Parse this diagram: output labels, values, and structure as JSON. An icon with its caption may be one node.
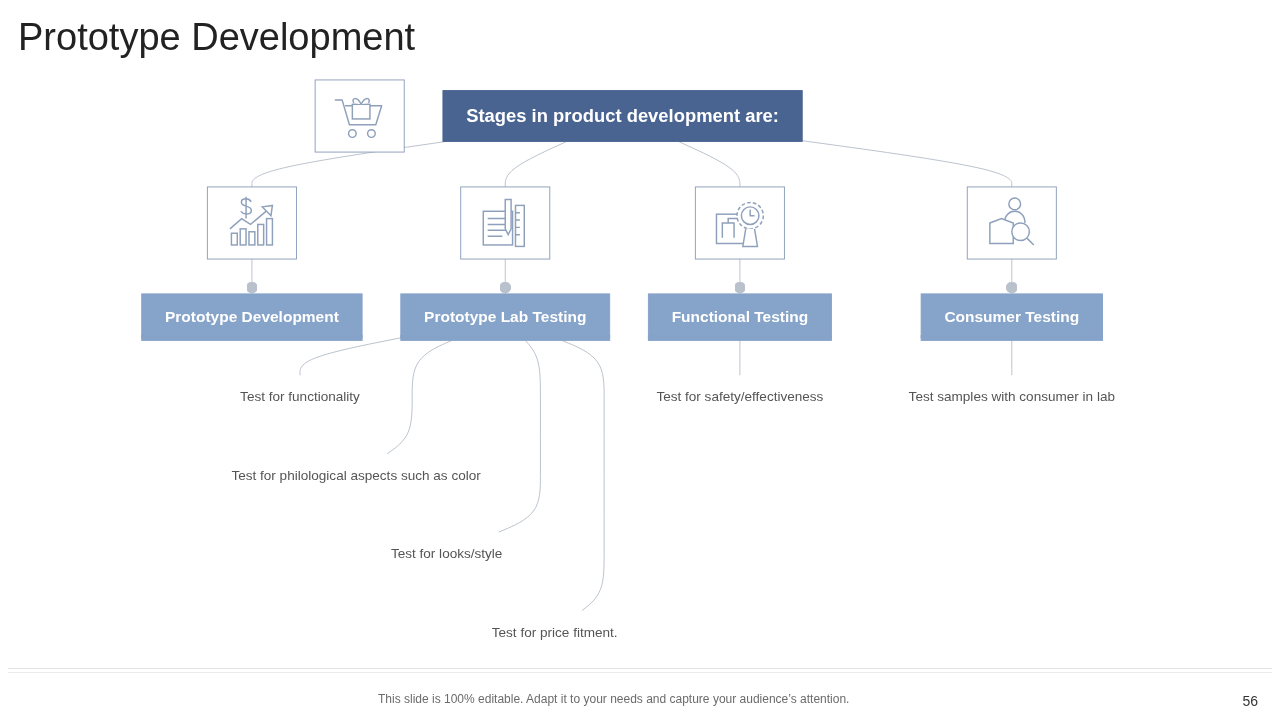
{
  "diagram": {
    "title": "Prototype Development",
    "nodes": [
      {
        "text": [],
        "shape": "picture"
      },
      {
        "text": [
          "Stages in product development are:"
        ]
      },
      {
        "text": [],
        "shape": "picture"
      },
      {
        "text": [
          "Prototype Development"
        ]
      },
      {
        "text": [],
        "shape": "picture"
      },
      {
        "text": [
          "Prototype Lab Testing"
        ]
      },
      {
        "text": [],
        "shape": "picture"
      },
      {
        "text": [
          "Functional Testing"
        ]
      },
      {
        "text": [],
        "shape": "picture"
      },
      {
        "text": [
          "Consumer Testing"
        ]
      },
      {
        "text": [
          "Test for functionality"
        ]
      },
      {
        "text": [
          "Test for philological aspects such as color"
        ]
      },
      {
        "text": [
          "Test for looks/style"
        ]
      },
      {
        "text": [
          "Test for price fitment."
        ]
      },
      {
        "text": [
          "Test for safety/effectiveness"
        ]
      },
      {
        "text": [
          "Test samples with consumer in lab"
        ]
      }
    ],
    "edges": [
      {
        "from": 1,
        "to": 2,
        "arrow": "none"
      },
      {
        "from": 1,
        "to": 4,
        "arrow": "none"
      },
      {
        "from": 1,
        "to": 6,
        "arrow": "none"
      },
      {
        "from": 1,
        "to": 8,
        "arrow": "none"
      },
      {
        "from": 2,
        "to": 3,
        "arrow": "other"
      },
      {
        "from": 4,
        "to": 5,
        "arrow": "other"
      },
      {
        "from": 6,
        "to": 7,
        "arrow": "other"
      },
      {
        "from": 8,
        "to": 9,
        "arrow": "other"
      },
      {
        "from": 5,
        "to": 10,
        "arrow": "none"
      },
      {
        "from": 5,
        "to": 11,
        "arrow": "none"
      },
      {
        "from": 5,
        "to": 12,
        "arrow": "none"
      },
      {
        "from": 5,
        "to": 13,
        "arrow": "none"
      },
      {
        "from": 7,
        "to": 14,
        "arrow": "none"
      },
      {
        "from": 9,
        "to": 15,
        "arrow": "none"
      }
    ],
    "labels": [
      "This slide is 100% editable. Adapt it to your needs and capture your audience’s attention.",
      "56"
    ]
  }
}
